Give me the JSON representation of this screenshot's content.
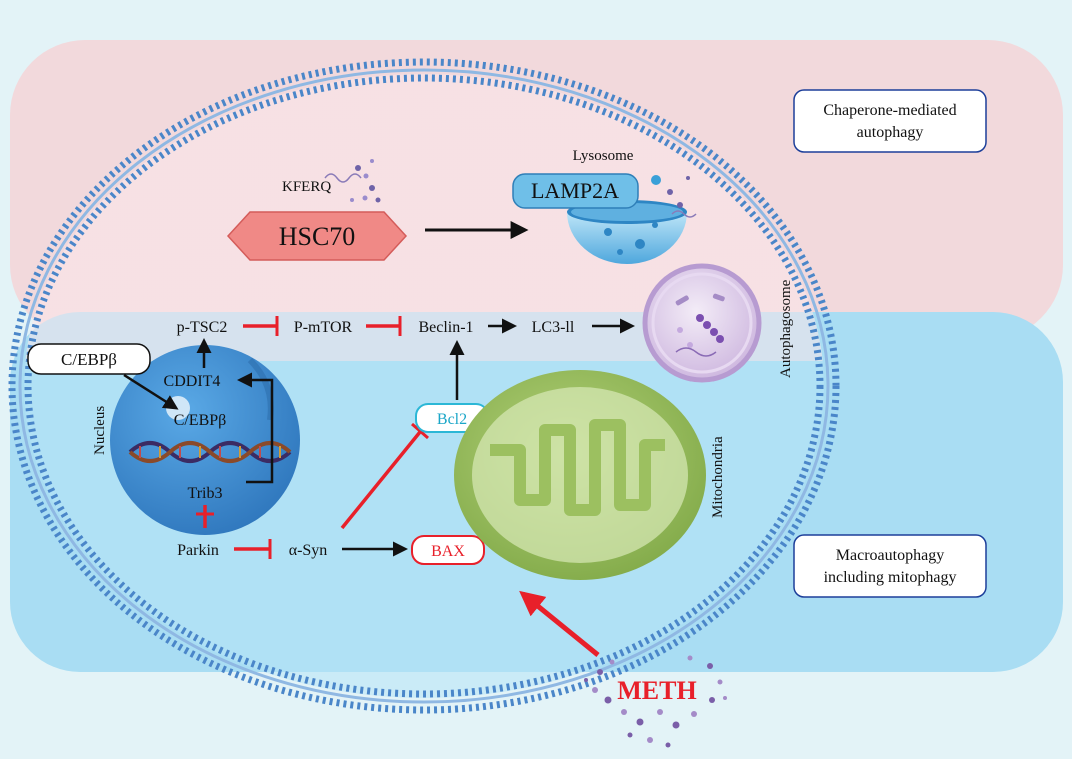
{
  "colors": {
    "page_background": "#e3f3f7",
    "cma_panel": "#f2d9dc",
    "macro_panel": "#a9ddf3",
    "membrane": "#4a86c9",
    "cell_interior_top": "#fbe7ea",
    "cell_interior_bottom": "#b6e4f7",
    "hsc70": "#f08986",
    "lamp2a": "#6fbfe8",
    "lysosome": "#7fc6ea",
    "autophagosome": "#dcc8e8",
    "nucleus": "#3f8fd2",
    "mitochondria": "#8eb755",
    "inhibition": "#e8202a",
    "activation": "#111111",
    "meth": "#e8202a",
    "bcl2_border": "#2bb7d6",
    "bax_border": "#e8202a"
  },
  "icons": [
    "cell-membrane-icon",
    "lysosome-icon",
    "autophagosome-icon",
    "nucleus-icon",
    "dna-helix-icon",
    "mitochondria-icon",
    "meth-particles-icon",
    "kferq-peptide-icon"
  ],
  "legend": {
    "cma": "Chaperone-mediated\nautophagy",
    "macro": "Macroautophagy\nincluding mitophagy"
  },
  "labels": {
    "kferq": "KFERQ",
    "hsc70": "HSC70",
    "lysosome": "Lysosome",
    "lamp2a": "LAMP2A",
    "autophagosome": "Autophagosome",
    "p_tsc2": "p-TSC2",
    "p_mtor": "P-mTOR",
    "beclin1": "Beclin-1",
    "lc3": "LC3-ll",
    "cebpb_outside": "C/EBPβ",
    "cddit4": "CDDIT4",
    "cebpb_inside": "C/EBPβ",
    "nucleus": "Nucleus",
    "trib3": "Trib3",
    "parkin": "Parkin",
    "asyn": "α-Syn",
    "bcl2": "Bcl2",
    "bax": "BAX",
    "mitochondria": "Mitochondria",
    "meth": "METH"
  }
}
